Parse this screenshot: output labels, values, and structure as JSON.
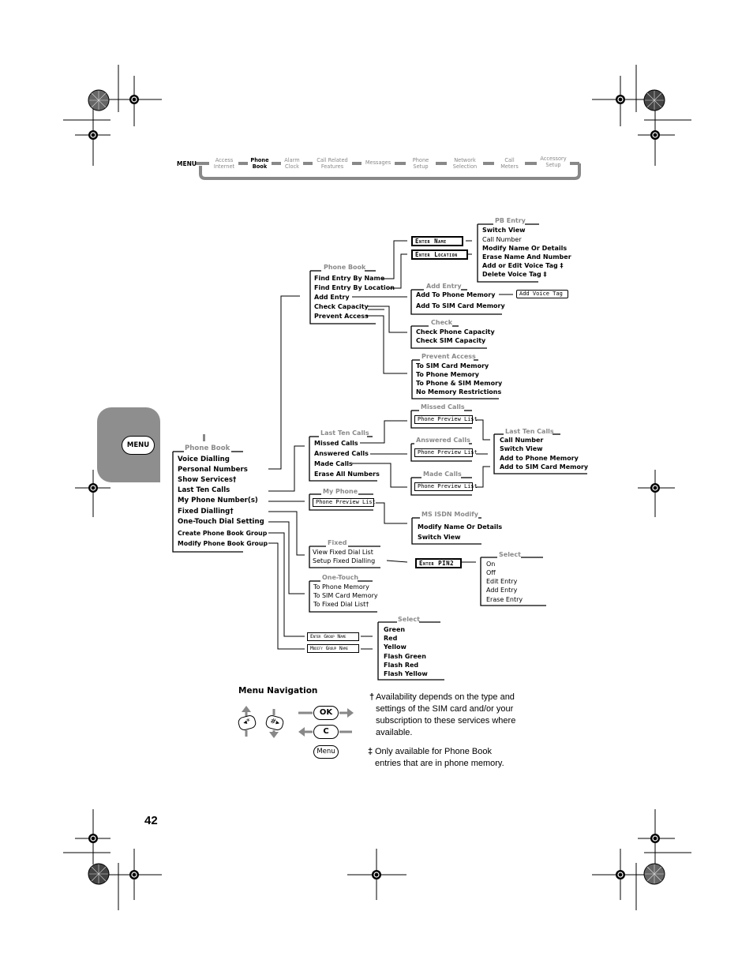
{
  "menu_bar": {
    "menu_label": "MENU",
    "items": [
      {
        "label": "Access\nInternet",
        "active": false
      },
      {
        "label": "Phone\nBook",
        "active": true
      },
      {
        "label": "Alarm\nClock",
        "active": false
      },
      {
        "label": "Call Related\nFeatures",
        "active": false
      },
      {
        "label": "Messages",
        "active": false
      },
      {
        "label": "Phone\nSetup",
        "active": false
      },
      {
        "label": "Network\nSelection",
        "active": false
      },
      {
        "label": "Call\nMeters",
        "active": false
      },
      {
        "label": "Accessory\nSetup",
        "active": false
      }
    ]
  },
  "tab": {
    "label": "MENU"
  },
  "root": {
    "header": "Phone Book",
    "items": [
      "Voice Dialling",
      "Personal Numbers",
      "Show Services†",
      "Last Ten Calls",
      "My Phone Number(s)",
      "Fixed Dialling†",
      "One-Touch Dial Setting",
      "Create Phone Book Group",
      "Modify Phone Book Group"
    ]
  },
  "phone_book": {
    "header": "Phone Book",
    "items": [
      "Find Entry By Name",
      "Find Entry By Location",
      "Add Entry",
      "Check Capacity",
      "Prevent Access"
    ]
  },
  "softkeys": {
    "enter_name": "Enter Name",
    "enter_location": "Enter Location",
    "add_voice_tag": "Add Voice Tag",
    "phone_preview": "Phone Preview List",
    "enter_pin2": "Enter PIN2",
    "enter_group_name": "Enter Group Name",
    "modify_group_name": "Modify Group Name"
  },
  "pb_entry": {
    "header": "PB Entry",
    "items": [
      "Switch View",
      "Call Number",
      "Modify Name Or Details",
      "Erase Name And Number",
      "Add or Edit Voice Tag ‡",
      "Delete Voice Tag ‡"
    ]
  },
  "add_entry": {
    "header": "Add Entry",
    "items": [
      "Add To Phone Memory",
      "Add To SIM Card Memory"
    ]
  },
  "check": {
    "header": "Check",
    "items": [
      "Check Phone Capacity",
      "Check SIM Capacity"
    ]
  },
  "prevent_access": {
    "header": "Prevent Access",
    "items": [
      "To SIM Card Memory",
      "To Phone Memory",
      "To Phone & SIM Memory",
      "No Memory Restrictions"
    ]
  },
  "last_ten": {
    "header": "Last Ten Calls",
    "items": [
      "Missed Calls",
      "Answered Calls",
      "Made Calls",
      "Erase All Numbers"
    ]
  },
  "missed_calls": {
    "header": "Missed Calls"
  },
  "answered_calls": {
    "header": "Answered Calls"
  },
  "made_calls": {
    "header": "Made Calls"
  },
  "last_ten_sub": {
    "header": "Last Ten Calls",
    "items": [
      "Call Number",
      "Switch View",
      "Add to Phone Memory",
      "Add to SIM Card Memory"
    ]
  },
  "my_phone": {
    "header": "My Phone"
  },
  "msisdn": {
    "header": "MS ISDN Modify",
    "items": [
      "Modify Name Or Details",
      "Switch View"
    ]
  },
  "fixed": {
    "header": "Fixed",
    "items": [
      "View Fixed Dial List",
      "Setup Fixed Dialling"
    ]
  },
  "select_fixed": {
    "header": "Select",
    "items": [
      "On",
      "Off",
      "Edit Entry",
      "Add Entry",
      "Erase Entry"
    ]
  },
  "one_touch": {
    "header": "One-Touch",
    "items": [
      "To Phone Memory",
      "To SIM Card Memory",
      "To Fixed Dial List†"
    ]
  },
  "select_group": {
    "header": "Select",
    "items": [
      "Green",
      "Red",
      "Yellow",
      "Flash Green",
      "Flash Red",
      "Flash Yellow"
    ]
  },
  "navigation": {
    "title": "Menu Navigation",
    "ok": "OK",
    "c": "C",
    "menu": "Menu",
    "note1_mark": "†",
    "note1": "Availability depends on the type and settings of the SIM card and/or your subscription to these services where available.",
    "note2_mark": "‡",
    "note2": "Only available for Phone Book entries that are in phone memory."
  },
  "page_number": "42"
}
